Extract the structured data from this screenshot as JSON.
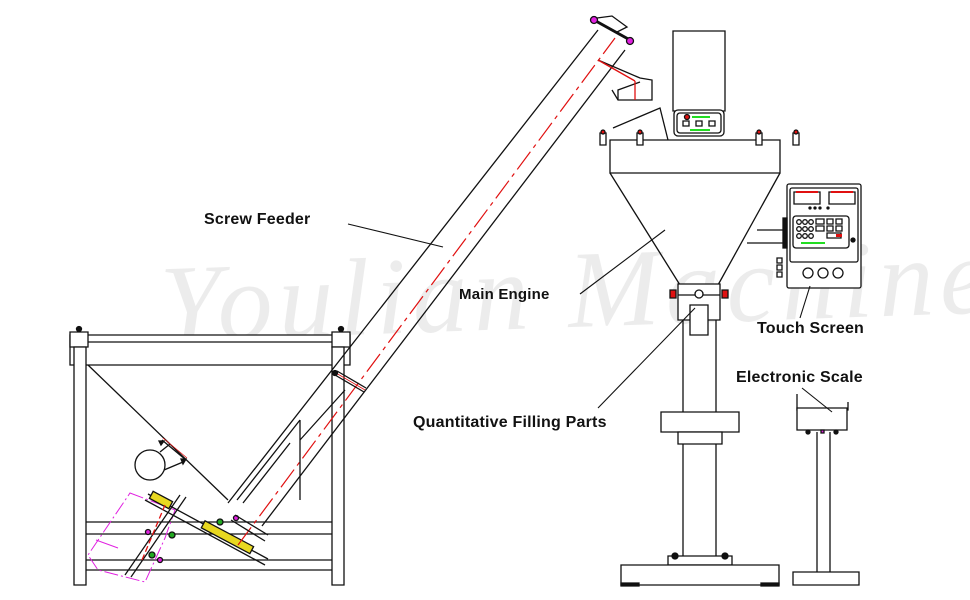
{
  "diagram": {
    "type": "machine-assembly-drawing",
    "watermark": "Youlian Machinery",
    "labels": {
      "screw_feeder": "Screw Feeder",
      "main_engine": "Main Engine",
      "touch_screen": "Touch Screen",
      "electronic_scale": "Electronic Scale",
      "quantitative_filling_parts": "Quantitative Filling Parts"
    },
    "colors": {
      "outline": "#111111",
      "centerline": "#e01010",
      "motor": "#e020e0",
      "indicator_green": "#22dd22",
      "bolt_yellow": "#e8d820",
      "panel_red": "#e01010"
    }
  }
}
